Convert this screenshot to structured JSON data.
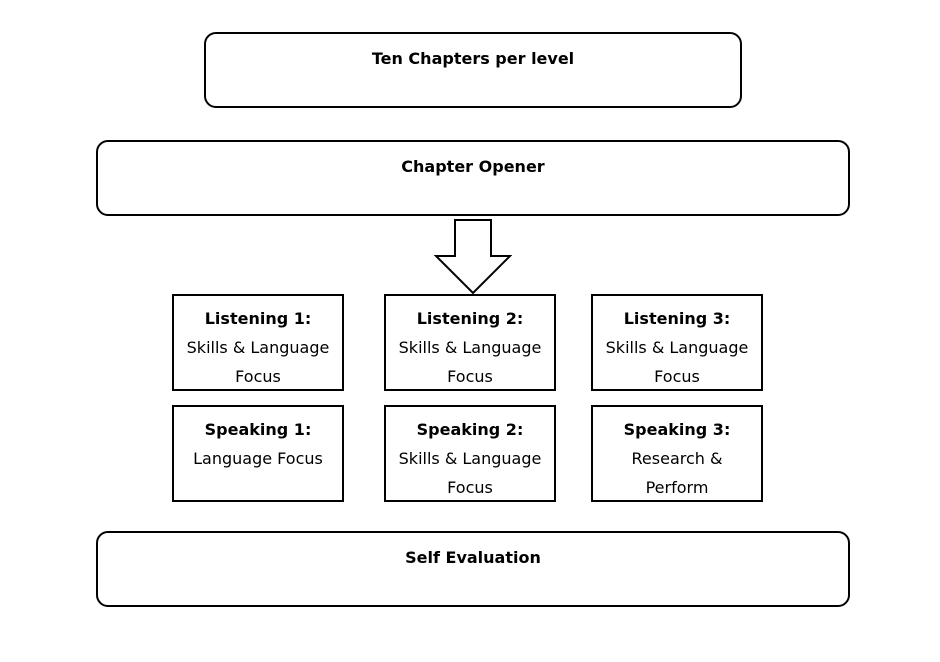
{
  "levels_box": {
    "label": "Ten Chapters per level"
  },
  "opener_box": {
    "label": "Chapter Opener"
  },
  "arrow": {
    "icon": "down-arrow-icon"
  },
  "listening": [
    {
      "title": "Listening 1:",
      "body": "Skills & Language Focus"
    },
    {
      "title": "Listening 2:",
      "body": "Skills & Language Focus"
    },
    {
      "title": "Listening 3:",
      "body": "Skills & Language Focus"
    }
  ],
  "speaking": [
    {
      "title": "Speaking 1:",
      "body": "Language Focus"
    },
    {
      "title": "Speaking 2:",
      "body": "Skills & Language Focus"
    },
    {
      "title": "Speaking 3:",
      "body": "Research & Perform"
    }
  ],
  "evaluation_box": {
    "label": "Self Evaluation"
  }
}
